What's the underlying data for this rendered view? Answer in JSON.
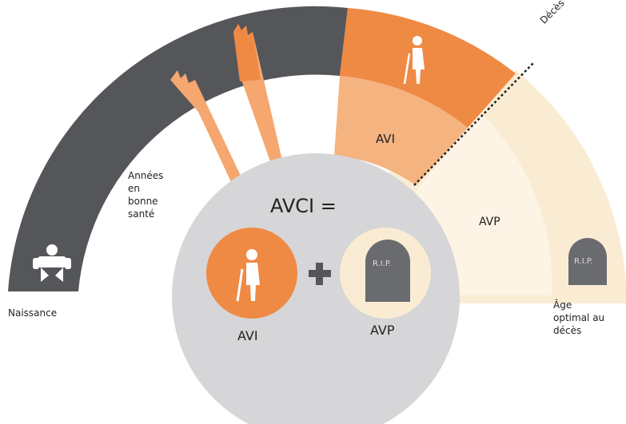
{
  "labels": {
    "deces": "Décès",
    "annees_bonne_sante": [
      "Années",
      "en",
      "bonne",
      "santé"
    ],
    "naissance": "Naissance",
    "age_optimal": [
      "Âge",
      "optimal au",
      "décès"
    ],
    "avi_arc": "AVI",
    "avp_arc": "AVP",
    "avci_formula": "AVCI =",
    "avi_circle": "AVI",
    "avp_circle": "AVP",
    "rip_small": "R.I.P.",
    "rip_large": "R.I.P.",
    "plus": "+"
  },
  "colors": {
    "dark_arc": "#55565a",
    "orange": "#ef8a45",
    "orange_light": "#f5a76f",
    "orange_pale": "#f8c59c",
    "cream": "#faecd3",
    "cream_light": "#fdf4e6",
    "center_gray": "#d6d6d8",
    "tombstone": "#6a6b6f"
  },
  "icons": [
    "baby-icon",
    "elderly-person-icon",
    "tombstone-icon",
    "plus-icon"
  ]
}
